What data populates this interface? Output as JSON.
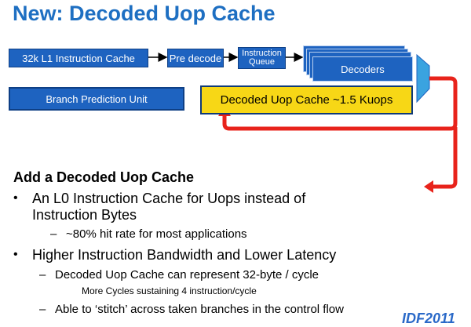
{
  "title": "New: Decoded Uop Cache",
  "diagram": {
    "l1_cache": "32k L1 Instruction Cache",
    "predecode": "Pre decode",
    "iq_line1": "Instruction",
    "iq_line2": "Queue",
    "decoders": "Decoders",
    "bpu": "Branch Prediction Unit",
    "uop_cache": "Decoded Uop Cache ~1.5 Kuops"
  },
  "content": {
    "heading": "Add a Decoded Uop Cache",
    "bullet1_line1": "An L0 Instruction Cache for Uops instead of",
    "bullet1_line2": "Instruction Bytes",
    "sub1": "~80% hit rate for most applications",
    "bullet2": "Higher Instruction Bandwidth and Lower Latency",
    "sub2": "Decoded Uop Cache can represent 32-byte / cycle",
    "sub2_detail": "More Cycles sustaining 4 instruction/cycle",
    "sub3": "Able to ‘stitch’ across taken branches in the control flow"
  },
  "watermark": "IDF2011",
  "colors": {
    "title": "#1e6fc2",
    "box_blue": "#1e63c0",
    "uop_yellow": "#f7d716",
    "arrow_red": "#e8231b"
  }
}
